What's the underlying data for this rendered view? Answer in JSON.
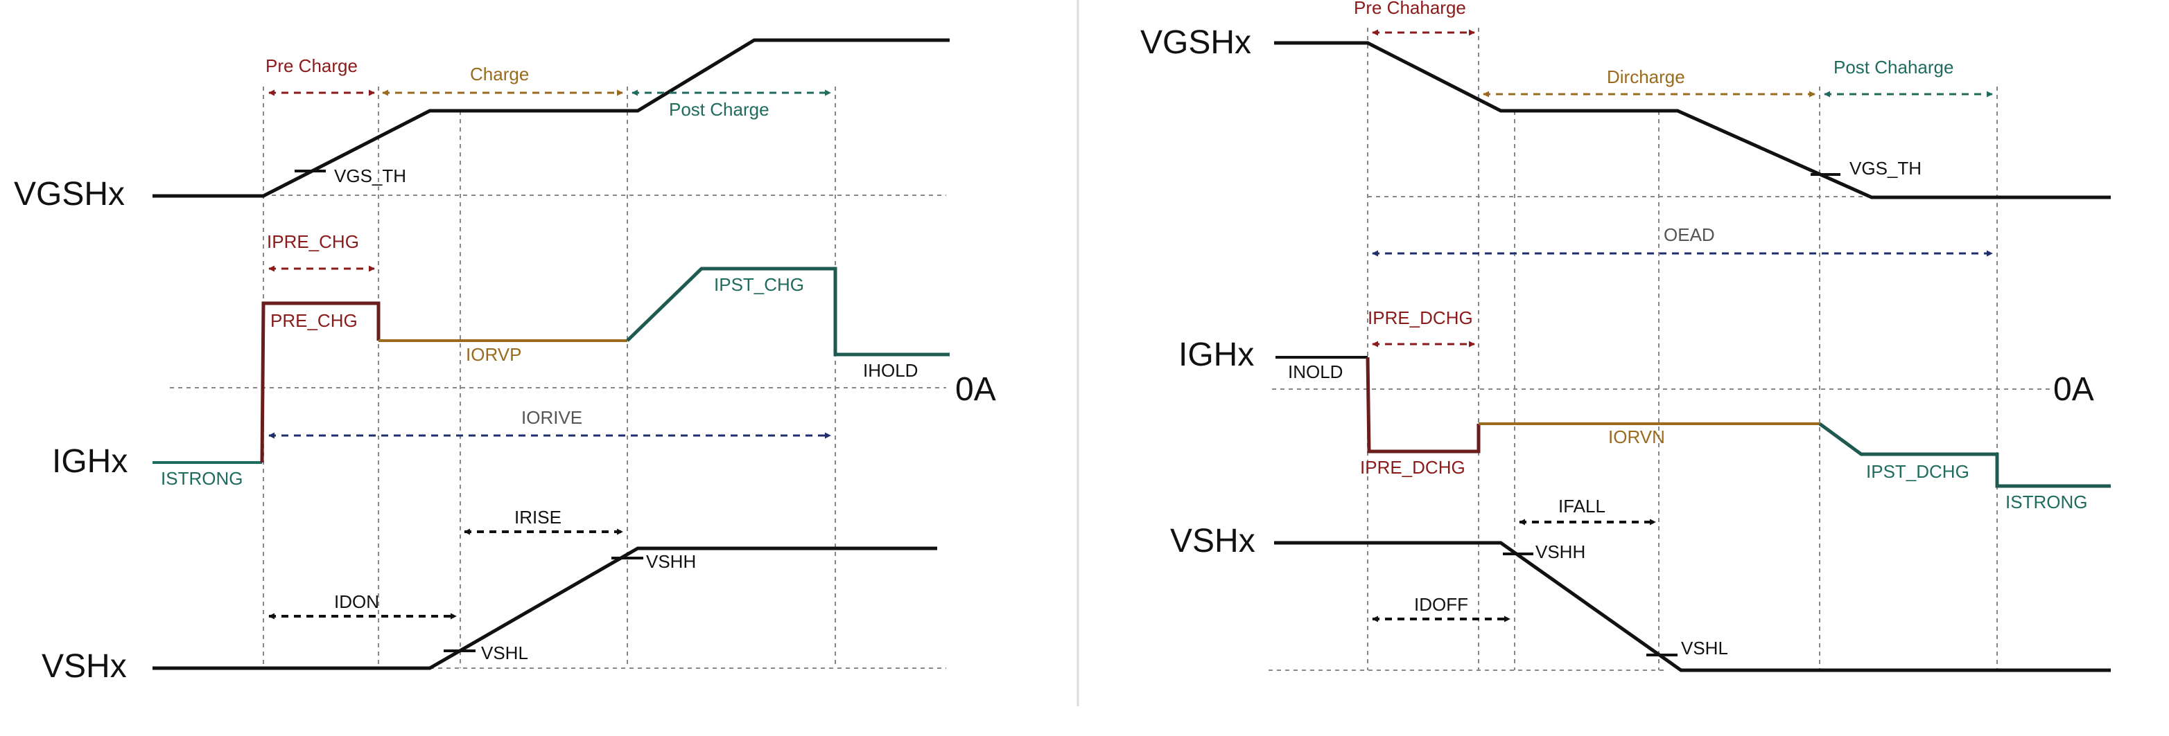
{
  "colors": {
    "black": "#111111",
    "red": "#8b1a1a",
    "orange": "#9a6a1e",
    "teal": "#1f6b5e",
    "navy": "#1f2f6b",
    "grid": "#888888"
  },
  "left_panel": {
    "signals": {
      "vgs": "VGSHx",
      "ig": "IGHx",
      "vs": "VSHx"
    },
    "zero_current": "0A",
    "phases": {
      "pre_charge": "Pre Charge",
      "charge": "Charge",
      "post_charge": "Post Charge"
    },
    "labels": {
      "vgs_th": "VGS_TH",
      "ipre_chg_arrow": "IPRE_CHG",
      "pre_chg": "PRE_CHG",
      "iorvp": "IORVP",
      "ipst_chg": "IPST_CHG",
      "ihold": "IHOLD",
      "istrong": "ISTRONG",
      "iorive": "IORIVE",
      "irise": "IRISE",
      "vshh": "VSHH",
      "idon": "IDON",
      "vshl": "VSHL"
    }
  },
  "right_panel": {
    "signals": {
      "vgs": "VGSHx",
      "ig": "IGHx",
      "vs": "VSHx"
    },
    "zero_current": "0A",
    "phases": {
      "pre_charge": "Pre Chaharge",
      "discharge": "Dircharge",
      "post_charge": "Post Chaharge"
    },
    "labels": {
      "vgs_th": "VGS_TH",
      "oead": "OEAD",
      "ipre_dchg_arrow": "IPRE_DCHG",
      "inold": "INOLD",
      "ipre_dchg": "IPRE_DCHG",
      "iorvn": "IORVN",
      "ipst_dchg": "IPST_DCHG",
      "istrong": "ISTRONG",
      "ifall": "IFALL",
      "vshh": "VSHH",
      "idoff": "IDOFF",
      "vshl": "VSHL"
    }
  }
}
